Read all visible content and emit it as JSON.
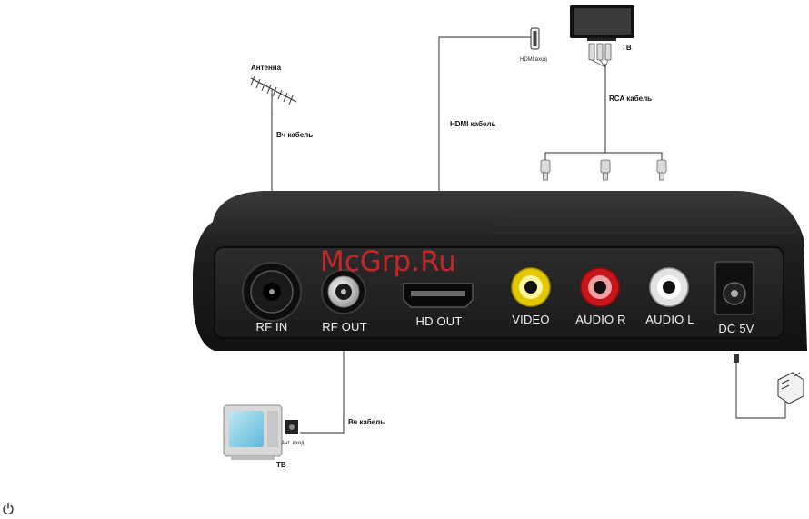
{
  "watermark": "McGrp.Ru",
  "labels": {
    "antenna": "Антенна",
    "rf_cable_top": "Вч кабель",
    "hdmi_cable": "HDMI кабель",
    "hdmi_input": "HDMI вход",
    "tv_top": "ТВ",
    "rca_cable": "RCA кабель",
    "rf_cable_bottom": "Вч кабель",
    "ant_input": "Ант. вход",
    "tv_bottom": "ТВ"
  },
  "ports": {
    "rf_in": "RF IN",
    "rf_out": "RF OUT",
    "hd_out": "HD OUT",
    "video": "VIDEO",
    "audio_r": "AUDIO R",
    "audio_l": "AUDIO L",
    "dc": "DC 5V"
  },
  "colors": {
    "body": "#1c1c1c",
    "panel": "#262626",
    "video_jack": "#f2d800",
    "audio_r_jack": "#d61a1a",
    "audio_l_jack": "#e8e8e8",
    "watermark": "#e8262c"
  },
  "icons": {
    "bottom_left": "power-icon"
  }
}
